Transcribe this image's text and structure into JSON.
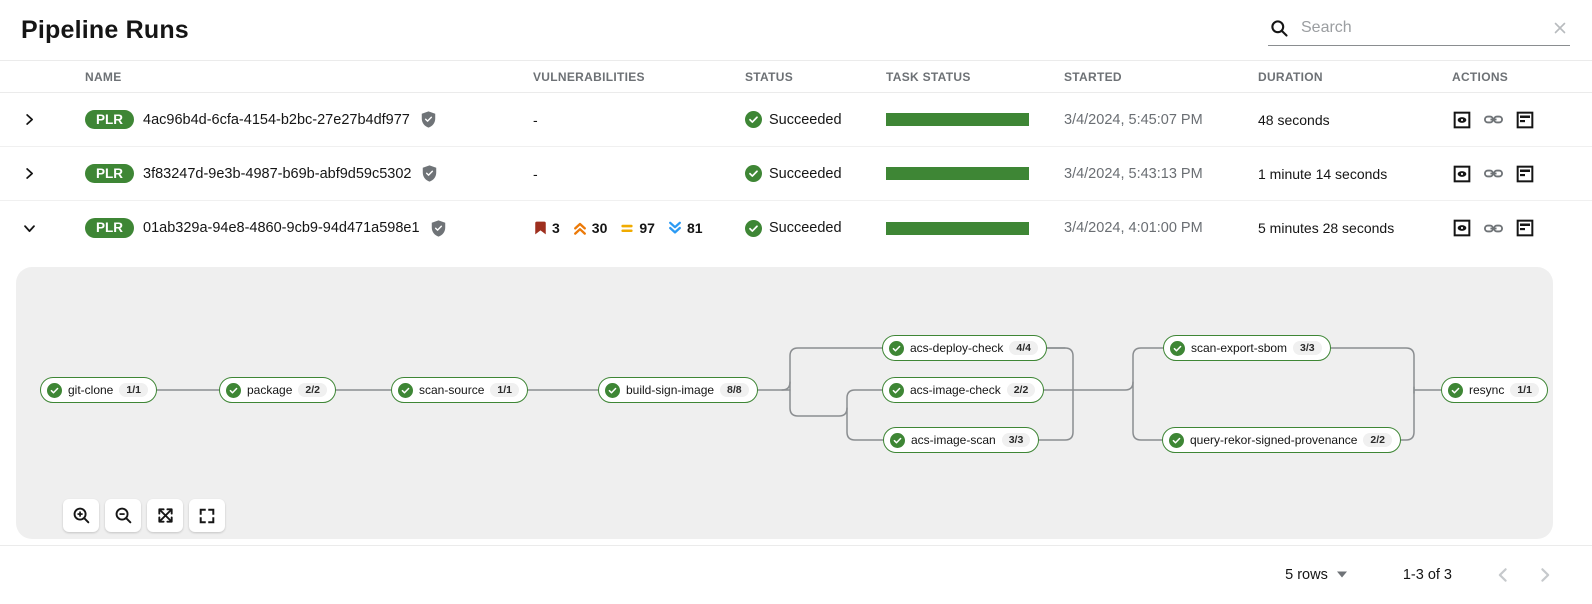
{
  "header": {
    "title": "Pipeline Runs",
    "search_placeholder": "Search"
  },
  "table": {
    "columns": [
      "NAME",
      "VULNERABILITIES",
      "STATUS",
      "TASK STATUS",
      "STARTED",
      "DURATION",
      "ACTIONS"
    ],
    "empty_vulnerabilities": "-",
    "rows": [
      {
        "badge": "PLR",
        "name": "4ac96b4d-6cfa-4154-b2bc-27e27b4df977",
        "status": "Succeeded",
        "started": "3/4/2024, 5:45:07 PM",
        "duration": "48 seconds"
      },
      {
        "badge": "PLR",
        "name": "3f83247d-9e3b-4987-b69b-abf9d59c5302",
        "status": "Succeeded",
        "started": "3/4/2024, 5:43:13 PM",
        "duration": "1 minute 14 seconds"
      },
      {
        "badge": "PLR",
        "name": "01ab329a-94e8-4860-9cb9-94d471a598e1",
        "status": "Succeeded",
        "started": "3/4/2024, 4:01:00 PM",
        "duration": "5 minutes 28 seconds",
        "vulnerabilities": {
          "critical": "3",
          "high": "30",
          "medium": "97",
          "low": "81"
        }
      }
    ]
  },
  "pipeline": {
    "tasks": [
      {
        "name": "git-clone",
        "badge": "1/1"
      },
      {
        "name": "package",
        "badge": "2/2"
      },
      {
        "name": "scan-source",
        "badge": "1/1"
      },
      {
        "name": "build-sign-image",
        "badge": "8/8"
      },
      {
        "name": "acs-deploy-check",
        "badge": "4/4"
      },
      {
        "name": "acs-image-check",
        "badge": "2/2"
      },
      {
        "name": "acs-image-scan",
        "badge": "3/3"
      },
      {
        "name": "scan-export-sbom",
        "badge": "3/3"
      },
      {
        "name": "query-rekor-signed-provenance",
        "badge": "2/2"
      },
      {
        "name": "resync",
        "badge": "1/1"
      }
    ]
  },
  "footer": {
    "rows_per_page": "5 rows",
    "range": "1-3 of 3"
  },
  "colors": {
    "success_green": "#3e8635",
    "severity_critical": "#9e2f1e",
    "severity_high": "#ec7a08",
    "severity_medium": "#f0ab00",
    "severity_low": "#2b9af3",
    "panel_background": "#efefef"
  }
}
